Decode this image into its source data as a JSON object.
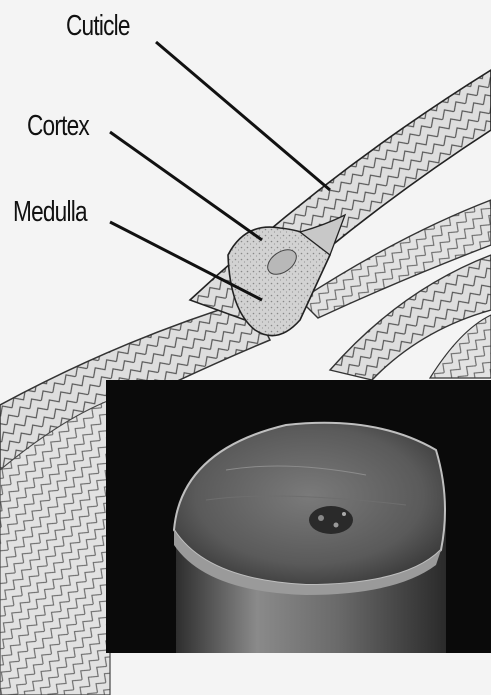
{
  "labels": {
    "cuticle": "Cuticle",
    "cortex": "Cortex",
    "medulla": "Medulla"
  },
  "colors": {
    "background": "#f4f4f4",
    "line": "#111111",
    "hair_fill": "#d9d9d9",
    "micrograph_background": "#0a0a0a"
  },
  "image": {
    "drawing": "pencil illustration of hair strands with scale pattern",
    "inset": "black-and-white electron micrograph of a hair cross-section"
  }
}
